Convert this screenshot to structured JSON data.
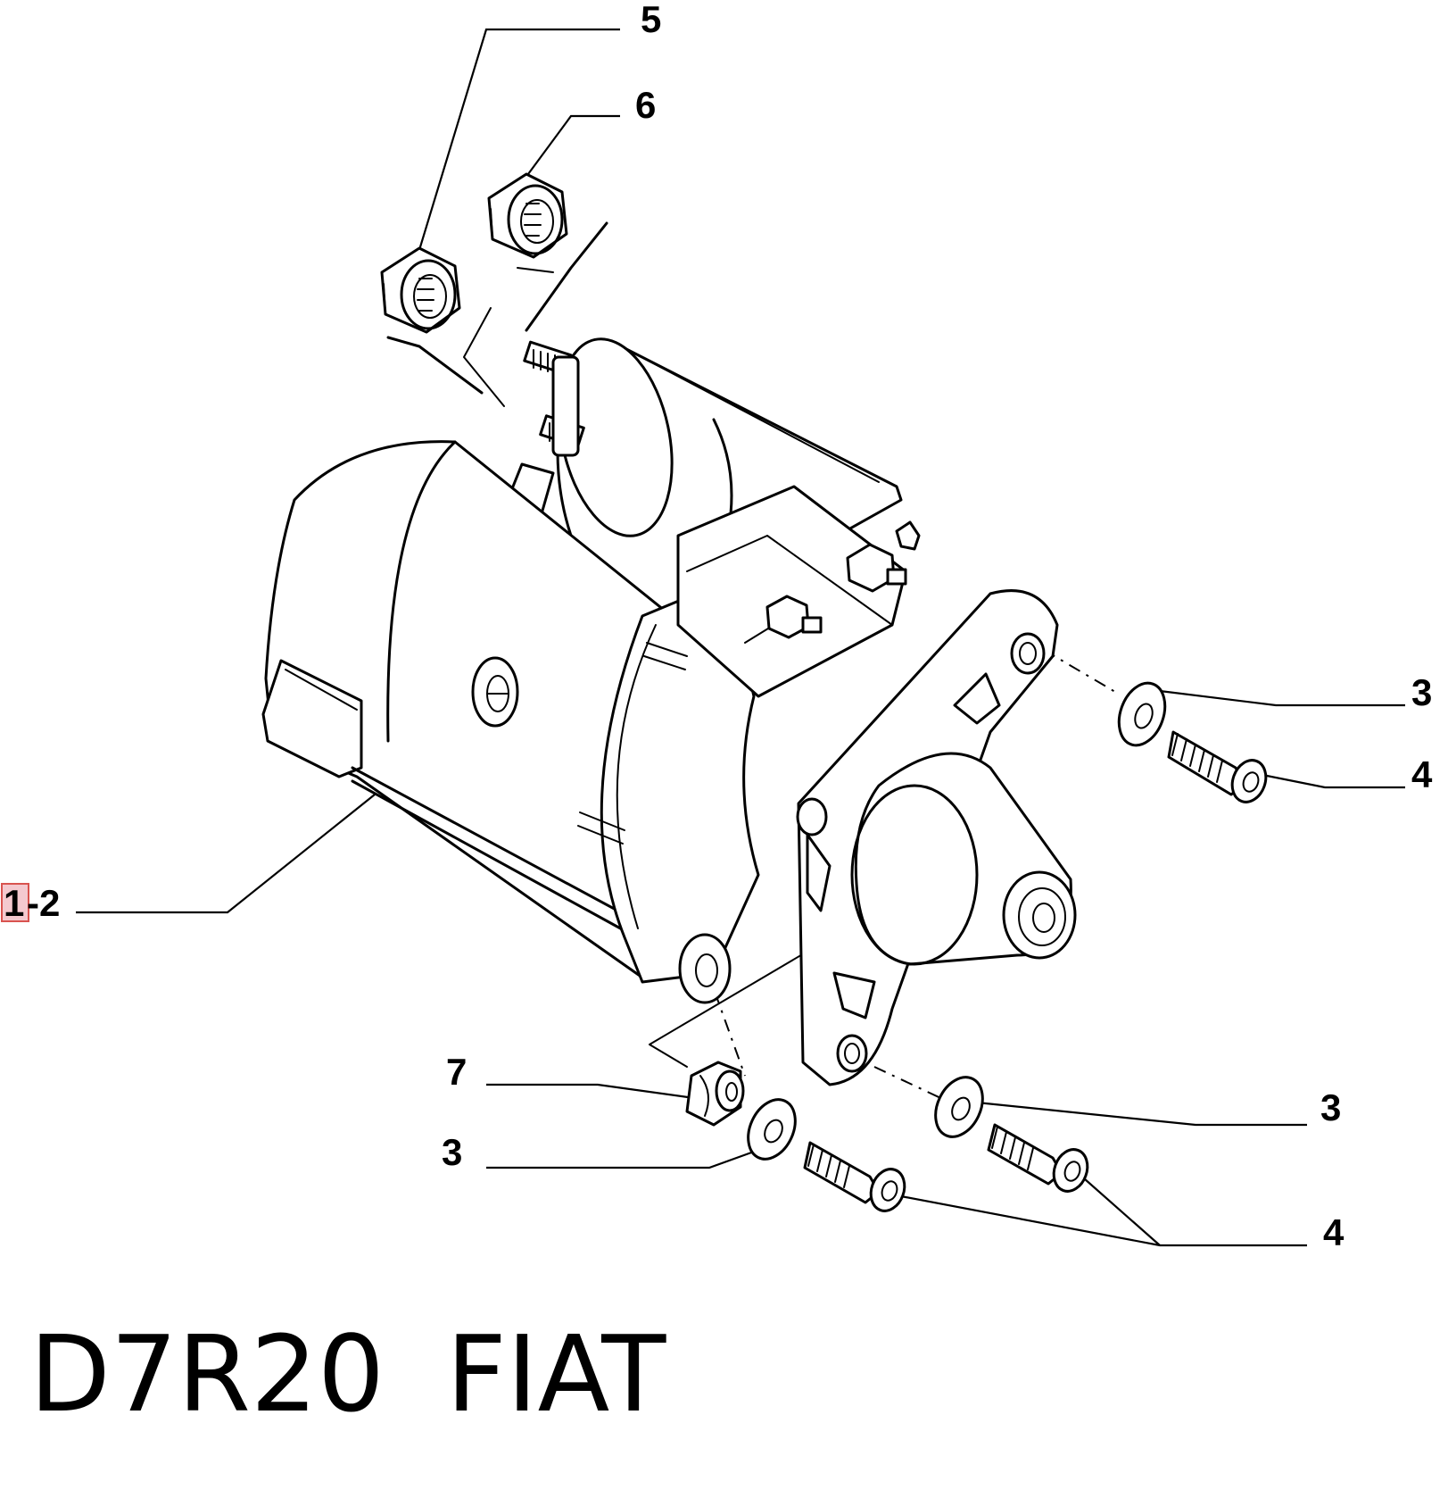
{
  "callouts": {
    "c5": "5",
    "c6": "6",
    "c3_upper": "3",
    "c4_upper": "4",
    "c1_highlight": "1",
    "c1_rest": "-2",
    "c7": "7",
    "c3_lower_left": "3",
    "c3_lower_right": "3",
    "c4_lower": "4"
  },
  "caption": {
    "code": "D7R20",
    "brand": "FIAT"
  },
  "colors": {
    "line": "#000000",
    "background": "#ffffff",
    "highlight_fill": "#f4c9cf",
    "highlight_border": "#d9534f"
  }
}
